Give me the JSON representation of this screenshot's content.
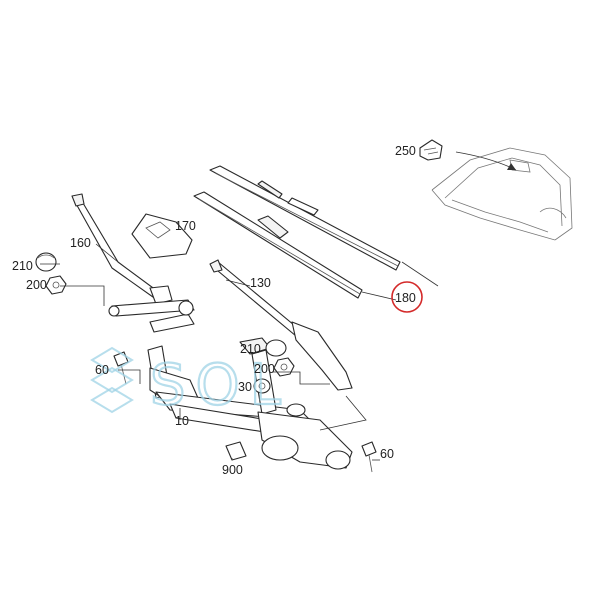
{
  "diagram": {
    "labels": {
      "p10": "10",
      "p30": "30",
      "p60a": "60",
      "p60b": "60",
      "p130": "130",
      "p160": "160",
      "p170": "170",
      "p180": "180",
      "p200a": "200",
      "p200b": "200",
      "p210a": "210",
      "p210b": "210",
      "p250": "250",
      "p900": "900"
    },
    "highlighted_part": "180",
    "highlight_color": "#d42a2a",
    "watermark": "SOL",
    "watermark_color": "#9fd3e6"
  }
}
